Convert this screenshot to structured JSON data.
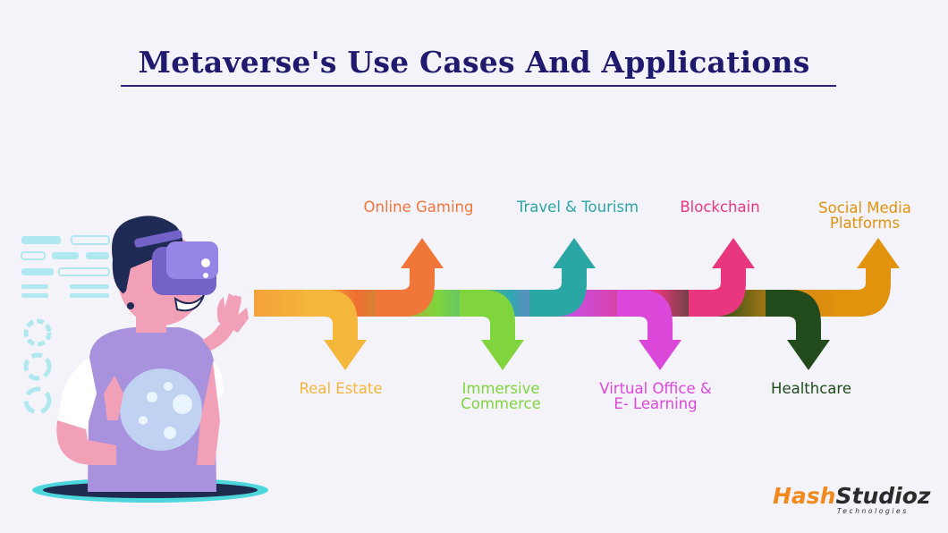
{
  "title": "Metaverse's Use Cases And Applications",
  "upper_items": [
    {
      "label": "Online Gaming",
      "color": "#f0763a"
    },
    {
      "label": "Travel & Tourism",
      "color": "#2aa6a4"
    },
    {
      "label": "Blockchain",
      "color": "#e8377e"
    },
    {
      "label": "Social Media Platforms",
      "color": "#e1930e"
    }
  ],
  "lower_items": [
    {
      "label": "Real Estate",
      "color": "#f4b63b"
    },
    {
      "label": "Immersive Commerce",
      "color": "#80d43d"
    },
    {
      "label": "Virtual Office & E- Learning",
      "color": "#db47d9"
    },
    {
      "label": "Healthcare",
      "color": "#214a1d"
    }
  ],
  "logo": {
    "brand_prefix": "Hash",
    "brand_suffix": "Studioz",
    "tagline": "Technologies",
    "prefix_color": "#f08a1c",
    "suffix_color": "#2b2b2b"
  }
}
